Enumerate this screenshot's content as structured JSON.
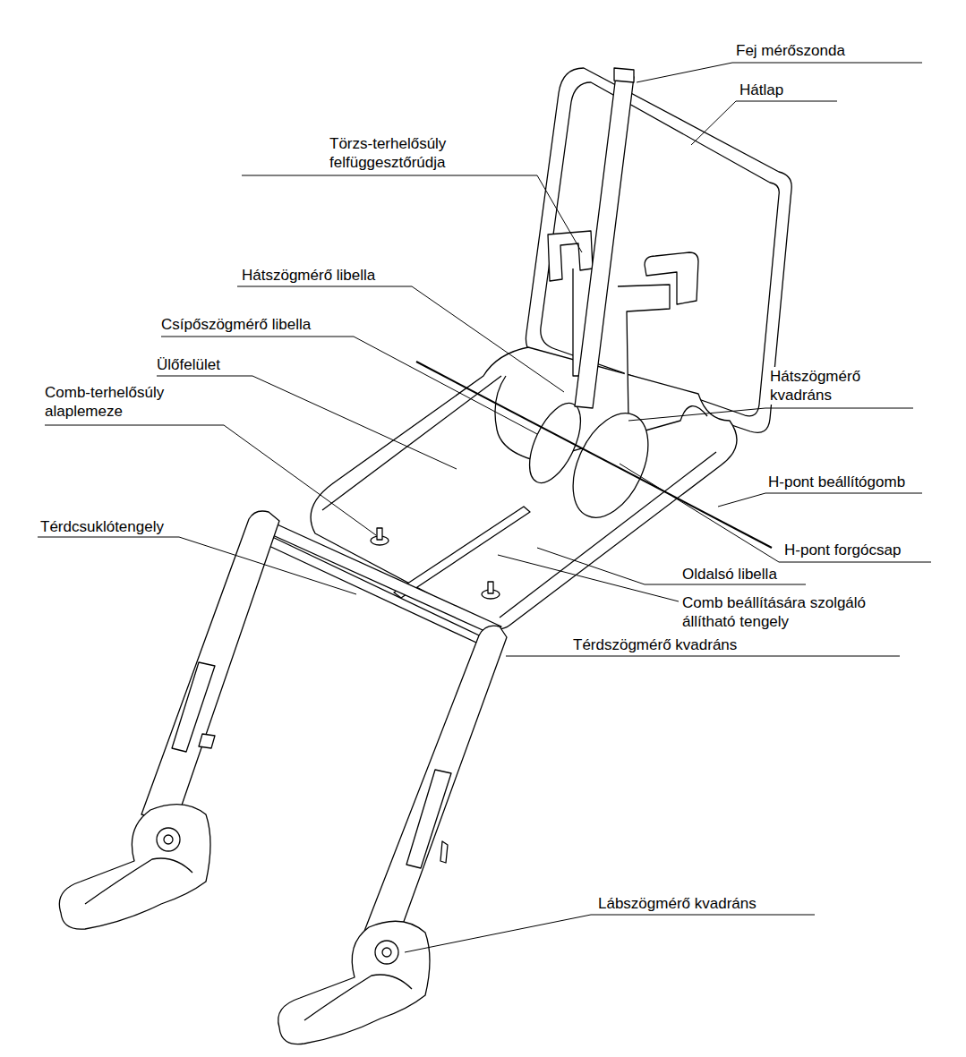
{
  "diagram": {
    "labels": [
      "Fej mérőszonda",
      "Hátlap",
      "Törzs-terhelősúly felfüggesztőrúdja",
      "Hátszögmérő libella",
      "Csípőszögmérő libella",
      "Ülőfelület",
      "Comb-terhelősúly alaplemeze",
      "Hátszögmérő kvadráns",
      "H-pont beállítógomb",
      "Térdcsuklótengely",
      "H-pont forgócsap",
      "Oldalsó libella",
      "Comb beállítására szolgáló állítható tengely",
      "Térdszögmérő kvadráns",
      "Lábszögmérő kvadráns"
    ]
  }
}
